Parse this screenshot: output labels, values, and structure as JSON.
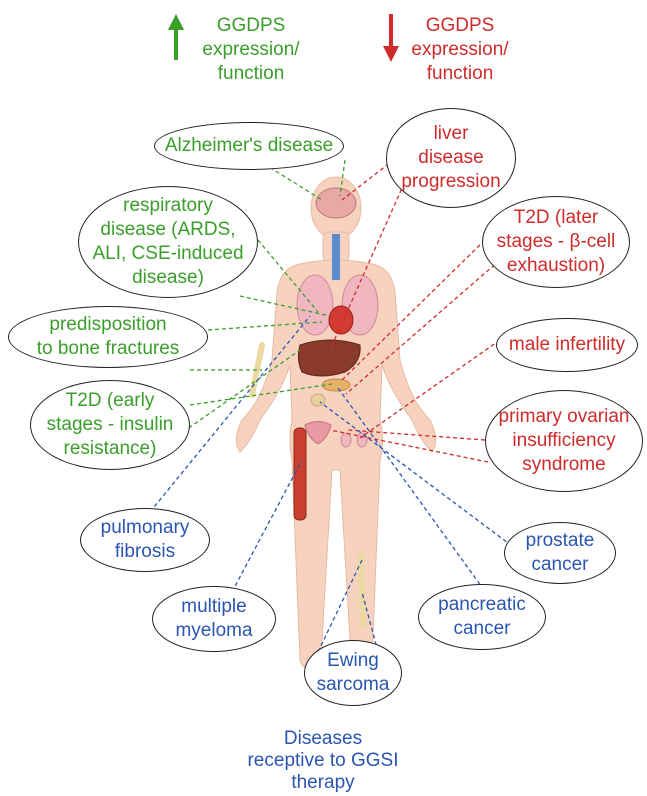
{
  "header": {
    "up": {
      "line1": "GGDPS",
      "line2": "expression/",
      "line3": "function",
      "arrow_color": "#3a9e2a"
    },
    "down": {
      "line1": "GGDPS",
      "line2": "expression/",
      "line3": "function",
      "arrow_color": "#cf2b2b"
    }
  },
  "colors": {
    "increased": "#3a9e2a",
    "decreased": "#cf2b2b",
    "ggsi": "#2a55b0"
  },
  "increased": [
    {
      "id": "alz",
      "lines": [
        "Alzheimer's disease"
      ]
    },
    {
      "id": "resp",
      "lines": [
        "respiratory",
        "disease (ARDS,",
        "ALI, CSE-induced",
        "disease)"
      ]
    },
    {
      "id": "bone",
      "lines": [
        "predisposition",
        "to bone fractures"
      ]
    },
    {
      "id": "t2d_early",
      "lines": [
        "T2D (early",
        "stages - insulin",
        "resistance)"
      ]
    }
  ],
  "decreased": [
    {
      "id": "liver",
      "lines": [
        "liver",
        "disease",
        "progression"
      ]
    },
    {
      "id": "t2d_late",
      "lines": [
        "T2D (later",
        "stages - β-cell",
        "exhaustion)"
      ]
    },
    {
      "id": "male",
      "lines": [
        "male infertility"
      ]
    },
    {
      "id": "ovarian",
      "lines": [
        "primary ovarian",
        "insufficiency",
        "syndrome"
      ]
    }
  ],
  "ggsi": [
    {
      "id": "pulm",
      "lines": [
        "pulmonary",
        "fibrosis"
      ]
    },
    {
      "id": "myeloma",
      "lines": [
        "multiple",
        "myeloma"
      ]
    },
    {
      "id": "ewing",
      "lines": [
        "Ewing",
        "sarcoma"
      ]
    },
    {
      "id": "pancreatic",
      "lines": [
        "pancreatic",
        "cancer"
      ]
    },
    {
      "id": "prostate",
      "lines": [
        "prostate",
        "cancer"
      ]
    }
  ],
  "footer": {
    "line1": "Diseases",
    "line2": "receptive to GGSI",
    "line3": "therapy"
  }
}
